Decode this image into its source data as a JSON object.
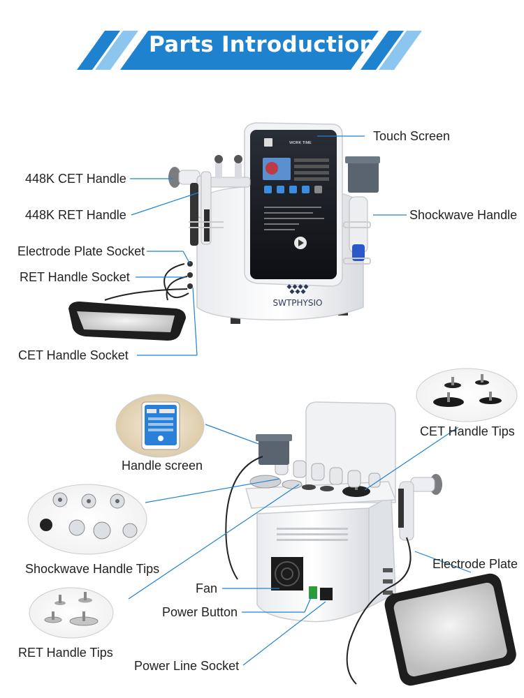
{
  "banner": {
    "title": "Parts Introduction",
    "colors": {
      "primary": "#1f82cf",
      "light": "#8cc6ee"
    }
  },
  "device": {
    "brand": "SWTPHYSIO",
    "screen_header": "WORK TIME"
  },
  "labels": {
    "touch_screen": "Touch Screen",
    "cet_handle": "448K CET Handle",
    "ret_handle": "448K RET Handle",
    "shockwave_handle": "Shockwave Handle",
    "electrode_plate_socket": "Electrode Plate Socket",
    "ret_handle_socket": "RET Handle Socket",
    "cet_handle_socket": "CET Handle Socket",
    "handle_screen": "Handle screen",
    "cet_handle_tips": "CET Handle Tips",
    "shockwave_handle_tips": "Shockwave Handle Tips",
    "fan": "Fan",
    "power_button": "Power Button",
    "electrode_plate": "Electrode Plate",
    "ret_handle_tips": "RET Handle Tips",
    "power_line_socket": "Power Line Socket"
  },
  "line_color": "#1f82cf"
}
